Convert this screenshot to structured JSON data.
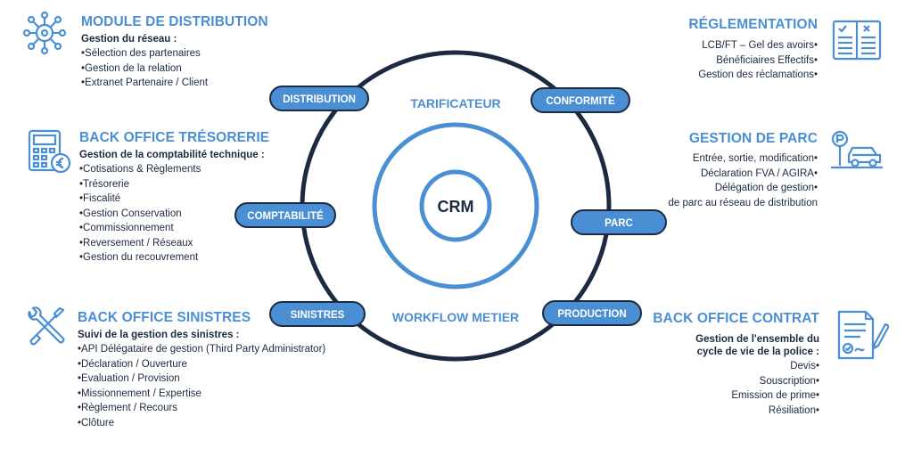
{
  "colors": {
    "accent": "#4a8fd4",
    "dark": "#1b2a40",
    "pill_fill": "#4a8fd4",
    "pill_border": "#1b2a40",
    "ring_dark": "#1b2a40",
    "ring_light": "#4a8fd4"
  },
  "center": {
    "label": "CRM"
  },
  "ring_labels": {
    "top": "TARIFICATEUR",
    "bottom": "WORKFLOW METIER"
  },
  "pills": {
    "distribution": "DISTRIBUTION",
    "conformite": "CONFORMITÉ",
    "comptabilite": "COMPTABILITÉ",
    "parc": "PARC",
    "sinistres": "SINISTRES",
    "production": "PRODUCTION"
  },
  "left_blocks": [
    {
      "icon": "network-hub-icon",
      "title": "MODULE DE DISTRIBUTION",
      "subtitle": "Gestion du réseau :",
      "items": [
        "Sélection des partenaires",
        "Gestion de la relation",
        "Extranet Partenaire / Client"
      ]
    },
    {
      "icon": "calculator-euro-icon",
      "title": "BACK OFFICE TRÉSORERIE",
      "subtitle": "Gestion de la comptabilité technique :",
      "items": [
        "Cotisations & Règlements",
        "Trésorerie",
        "Fiscalité",
        "Gestion Conservation",
        "Commissionnement",
        "Reversement / Réseaux",
        "Gestion du recouvrement"
      ]
    },
    {
      "icon": "tools-icon",
      "title": "BACK OFFICE SINISTRES",
      "subtitle": "Suivi de la gestion des sinistres :",
      "items": [
        "API Délégataire de gestion (Third Party Administrator)",
        "Déclaration / Ouverture",
        "Evaluation / Provision",
        "Missionnement / Expertise",
        "Règlement / Recours",
        "Clôture"
      ]
    }
  ],
  "right_blocks": [
    {
      "icon": "regulation-book-icon",
      "title": "RÉGLEMENTATION",
      "items": [
        "LCB/FT – Gel des avoirs",
        "Bénéficiaires Effectifs",
        "Gestion des réclamations"
      ]
    },
    {
      "icon": "parking-car-icon",
      "title": "GESTION DE PARC",
      "items": [
        "Entrée, sortie, modification",
        "Déclaration FVA / AGIRA",
        "Délégation de gestion"
      ],
      "extra_line": "de parc au réseau de distribution"
    },
    {
      "icon": "contract-signature-icon",
      "title": "BACK OFFICE CONTRAT",
      "subtitle_lines": [
        "Gestion de l'ensemble du",
        "cycle de vie de la police :"
      ],
      "items": [
        "Devis",
        "Souscription",
        "Emission de prime",
        "Résiliation"
      ]
    }
  ]
}
